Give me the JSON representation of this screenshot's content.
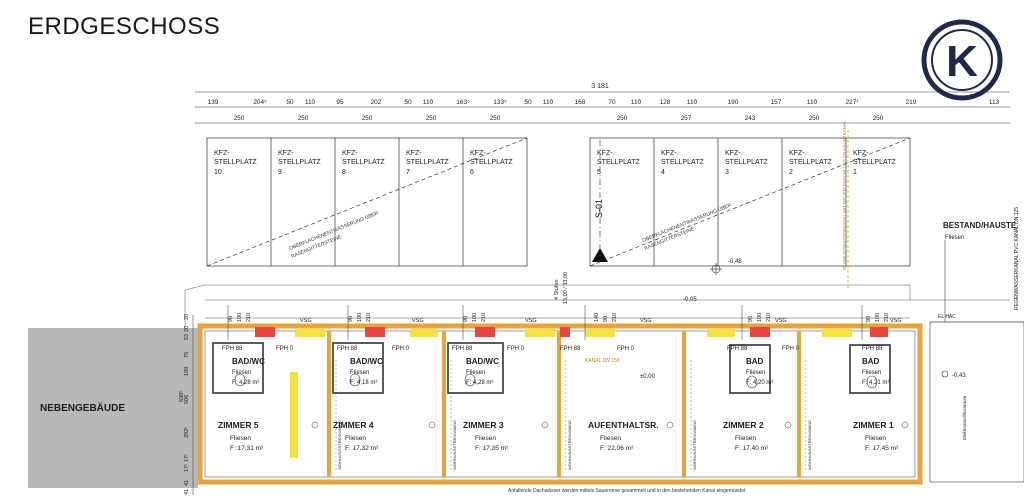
{
  "header": {
    "title": "ERDGESCHOSS",
    "logo_text": "K"
  },
  "dimensions": {
    "total": "3 181",
    "top_row": [
      "139",
      "204⁵",
      "50",
      "110",
      "95",
      "202",
      "50",
      "110",
      "163⁵",
      "133⁵",
      "50",
      "110",
      "168",
      "70",
      "110",
      "128",
      "110",
      "190",
      "157",
      "110",
      "227¹",
      "219",
      "113"
    ],
    "parking_row": [
      "250",
      "250",
      "250",
      "250",
      "250",
      "250",
      "257",
      "243",
      "250",
      "250"
    ],
    "left_col": [
      "53",
      "75",
      "199",
      "506",
      "292⁵",
      "17¹",
      "17⁵",
      "41",
      "41",
      "630⁵",
      "20",
      "20"
    ]
  },
  "parking": {
    "spaces": [
      {
        "line1": "KFZ-",
        "line2": "STELLPLATZ",
        "num": "10"
      },
      {
        "line1": "KFZ-",
        "line2": "STELLPLATZ",
        "num": "9"
      },
      {
        "line1": "KFZ-",
        "line2": "STELLPLATZ",
        "num": "8"
      },
      {
        "line1": "KFZ-",
        "line2": "STELLPLATZ",
        "num": "7"
      },
      {
        "line1": "KFZ-",
        "line2": "STELLPLATZ",
        "num": "6"
      },
      {
        "line1": "KFZ-",
        "line2": "STELLPLATZ",
        "num": "5"
      },
      {
        "line1": "KFZ-",
        "line2": "STELLPLATZ",
        "num": "4"
      },
      {
        "line1": "KFZ-",
        "line2": "STELLPLATZ",
        "num": "3"
      },
      {
        "line1": "KFZ-",
        "line2": "STELLPLATZ",
        "num": "2"
      },
      {
        "line1": "KFZ-",
        "line2": "STELLPLATZ",
        "num": "1"
      }
    ],
    "drainage_note_line1": "OBERFLÄCHENENTWÄSSERUNG ÜBER",
    "drainage_note_line2": "RASENGITTERSTEINE",
    "section_label": "S-01",
    "level_mark": "-0,48",
    "stairs_label": "4 Stufen",
    "stairs_dims": "15,00 / 33,00",
    "level_mark_2": "-0,05"
  },
  "rooms": {
    "zimmer": [
      {
        "name": "ZIMMER 5",
        "floor": "Fliesen",
        "area": "F:   17,31 m²"
      },
      {
        "name": "ZIMMER 4",
        "floor": "Fliesen",
        "area": "F:   17,32 m²"
      },
      {
        "name": "ZIMMER 3",
        "floor": "Fliesen",
        "area": "F:   17,35 m²"
      },
      {
        "name": "AUFENTHALTSR.",
        "floor": "Fliesen",
        "area": "F:           22,06 m²"
      },
      {
        "name": "ZIMMER 2",
        "floor": "Fliesen",
        "area": "F:   17,40 m²"
      },
      {
        "name": "ZIMMER 1",
        "floor": "Fliesen",
        "area": "F:   17,45 m²"
      }
    ],
    "baths": [
      {
        "name": "BAD/WC",
        "floor": "Fliesen",
        "area": "F:   4,28 m²"
      },
      {
        "name": "BAD/WC",
        "floor": "Fliesen",
        "area": "F:   4,18 m²"
      },
      {
        "name": "BAD/WC",
        "floor": "Fliesen",
        "area": "F:   4,28 m²"
      },
      {
        "name": "BAD",
        "floor": "Fliesen",
        "area": "F:   4,20 m²"
      },
      {
        "name": "BAD",
        "floor": "Fliesen",
        "area": "F:   4,21 m²"
      }
    ],
    "fph": [
      "FPH 88",
      "FPH 0",
      "FPH 88",
      "FPH 0",
      "FPH 88",
      "FPH 0",
      "FPH 88",
      "FPH 0",
      "FPH 88",
      "FPH 0",
      "FPH 88"
    ],
    "wall_label": "WOHNUNGSTRENNWAND",
    "level_room": "±0,00",
    "level_right": "-0,43",
    "kanal": "KANAL DN 150",
    "vsg": "VSG",
    "door_90": "90",
    "door_200": "200",
    "door_100": "100",
    "door_210": "210",
    "door_140": "140"
  },
  "labels": {
    "nebengebaeude": "NEBENGEBÄUDE",
    "bestand": "BESTAND/HAUSTE",
    "bestand_floor": "Fliesen",
    "el_hac": "EL HAC",
    "footer_note": "Anfallende Dachwässer werden mittels Sauerrinne gesammelt und in den bestehenden Kanal eingemündet",
    "right_vertical": "REGENWASSERKANAL PVC KANAL DN 125",
    "yellow_vertical": "SCHMUTZWASSERKANAL MIT NEUEM ANSCHLUSS AN HAUPTKANAL",
    "elektro": "Elektroanschlussraum"
  },
  "colors": {
    "wall_orange": "#e8a33a",
    "yellow": "#f2e23a",
    "red_block": "#e8453c",
    "neben_gray": "#b8b8b8",
    "logo_navy": "#1f2a4a"
  }
}
